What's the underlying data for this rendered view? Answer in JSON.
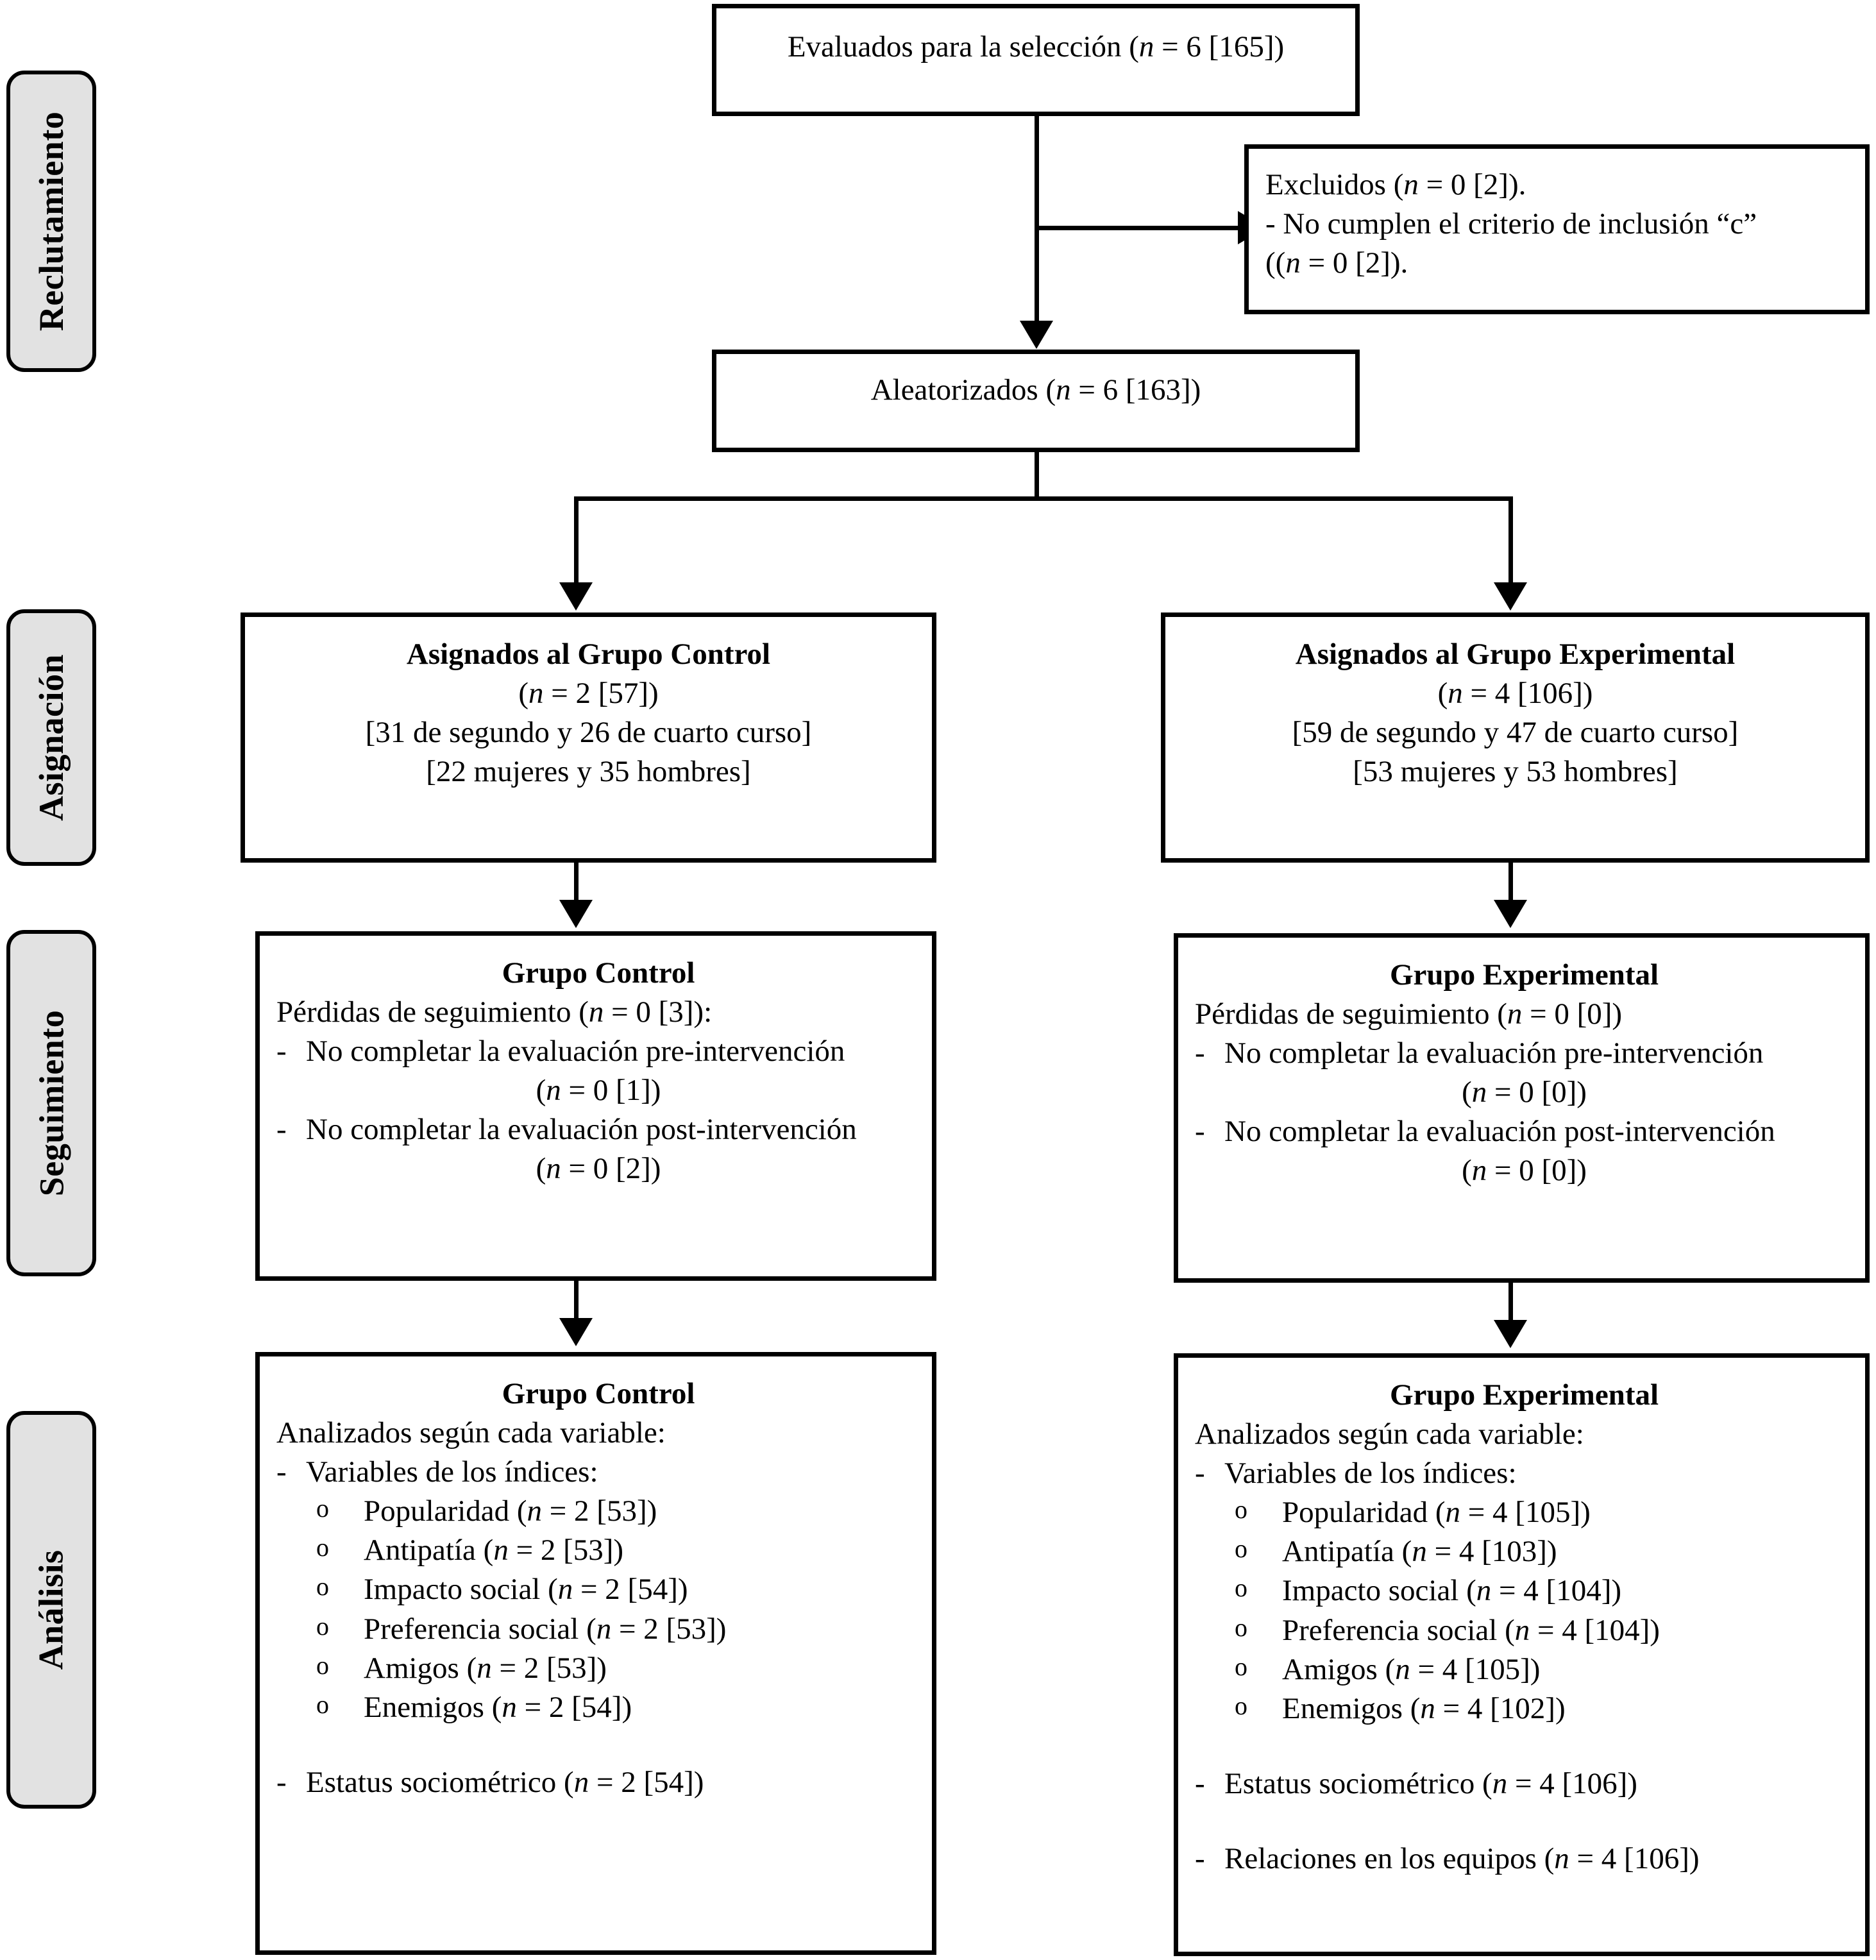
{
  "phases": [
    {
      "label": "Reclutamiento"
    },
    {
      "label": "Asignación"
    },
    {
      "label": "Seguimiento"
    },
    {
      "label": "Análisis"
    }
  ],
  "boxes": {
    "screened": {
      "text": "Evaluados para la selección (n = 6 [165])"
    },
    "excluded": {
      "line1": "Excluidos (n = 0 [2]).",
      "line2": "- No cumplen el criterio de inclusión “c”",
      "line3": "((n = 0 [2])."
    },
    "randomized": {
      "text": "Aleatorizados (n = 6 [163])"
    },
    "allocation_control": {
      "title": "Asignados al Grupo Control",
      "n": "(n = 2 [57])",
      "courses": "[31 de segundo y 26 de cuarto curso]",
      "gender": "[22 mujeres y 35 hombres]"
    },
    "allocation_experimental": {
      "title": "Asignados al Grupo Experimental",
      "n": "(n = 4 [106])",
      "courses": "[59 de segundo y 47 de cuarto curso]",
      "gender": "[53 mujeres y 53 hombres]"
    },
    "followup_control": {
      "title": "Grupo Control",
      "losses": "Pérdidas de seguimiento (n = 0 [3]):",
      "item1_mark": "-",
      "item1": "No completar la evaluación pre-intervención",
      "item1_n": "(n = 0 [1])",
      "item2_mark": "-",
      "item2": "No completar la evaluación post-intervención",
      "item2_n": "(n = 0 [2])"
    },
    "followup_experimental": {
      "title": "Grupo Experimental",
      "losses": "Pérdidas de seguimiento (n = 0 [0])",
      "item1_mark": "-",
      "item1": "No completar la evaluación pre-intervención",
      "item1_n": "(n = 0 [0])",
      "item2_mark": "-",
      "item2": "No completar la evaluación post-intervención",
      "item2_n": "(n = 0 [0])"
    },
    "analysis_control": {
      "title": "Grupo Control",
      "intro": "Analizados según cada variable:",
      "section_mark": "-",
      "section": "Variables de los índices:",
      "bullet_mark": "o",
      "items": [
        "Popularidad (n = 2 [53])",
        "Antipatía (n = 2 [53])",
        "Impacto social (n = 2 [54])",
        "Preferencia social (n = 2 [53])",
        "Amigos (n = 2 [53])",
        "Enemigos (n = 2 [54])"
      ],
      "extra_mark": "-",
      "extra1": "Estatus sociométrico (n = 2 [54])"
    },
    "analysis_experimental": {
      "title": "Grupo Experimental",
      "intro": "Analizados según cada variable:",
      "section_mark": "-",
      "section": "Variables de los índices:",
      "bullet_mark": "o",
      "items": [
        "Popularidad (n = 4 [105])",
        "Antipatía (n = 4 [103])",
        "Impacto social (n = 4 [104])",
        "Preferencia social (n = 4 [104])",
        "Amigos (n = 4 [105])",
        "Enemigos (n = 4 [102])"
      ],
      "extra_mark": "-",
      "extra1": "Estatus sociométrico (n = 4 [106])",
      "extra2_mark": "-",
      "extra2": "Relaciones en los equipos (n = 4 [106])"
    }
  },
  "colors": {
    "phase_background": "#e2e2e2",
    "stroke": "#000000",
    "box_background": "#ffffff"
  }
}
